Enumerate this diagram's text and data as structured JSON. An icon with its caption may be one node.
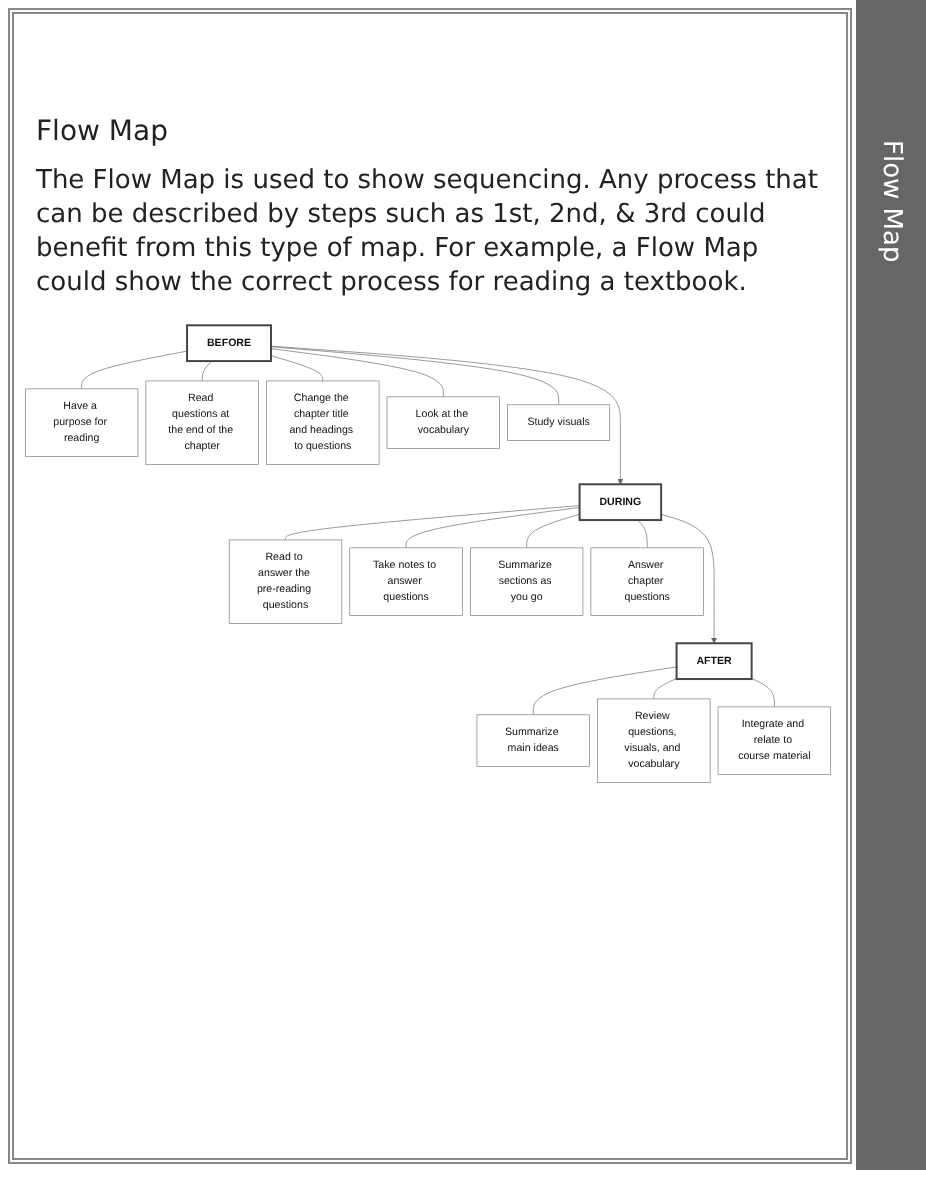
{
  "diagram": {
    "title": "Flow Map",
    "nodes": [
      {
        "text": [
          "BEFORE"
        ]
      },
      {
        "text": [
          "Have a purpose for reading"
        ]
      },
      {
        "text": [
          "Read questions at the end of the chapter"
        ]
      },
      {
        "text": [
          "Change the chapter title and headings to questions"
        ]
      },
      {
        "text": [
          "Look at the vocabulary"
        ]
      },
      {
        "text": [
          "Study visuals"
        ]
      },
      {
        "text": [
          "DURING"
        ]
      },
      {
        "text": [
          "Read to answer the pre-reading questions"
        ]
      },
      {
        "text": [
          "Take notes to answer questions"
        ]
      },
      {
        "text": [
          "Summarize sections as you go"
        ]
      },
      {
        "text": [
          "Answer chapter questions"
        ]
      },
      {
        "text": [
          "AFTER"
        ]
      },
      {
        "text": [
          "Summarize main ideas"
        ]
      },
      {
        "text": [
          "Review questions, visuals, and vocabulary"
        ]
      },
      {
        "text": [
          "Integrate and relate to course material"
        ]
      }
    ],
    "edges": [
      {
        "from": 0,
        "to": 1,
        "arrow": "none"
      },
      {
        "from": 0,
        "to": 2,
        "arrow": "none"
      },
      {
        "from": 0,
        "to": 3,
        "arrow": "none"
      },
      {
        "from": 0,
        "to": 4,
        "arrow": "none"
      },
      {
        "from": 0,
        "to": 5,
        "arrow": "none"
      },
      {
        "from": 0,
        "to": 6,
        "arrow": "to"
      },
      {
        "from": 6,
        "to": 7,
        "arrow": "none"
      },
      {
        "from": 6,
        "to": 8,
        "arrow": "none"
      },
      {
        "from": 6,
        "to": 9,
        "arrow": "none"
      },
      {
        "from": 6,
        "to": 10,
        "arrow": "none"
      },
      {
        "from": 6,
        "to": 11,
        "arrow": "to"
      },
      {
        "from": 11,
        "to": 12,
        "arrow": "none"
      },
      {
        "from": 11,
        "to": 13,
        "arrow": "none"
      },
      {
        "from": 11,
        "to": 14,
        "arrow": "none"
      }
    ],
    "labels": [
      "The Flow Map is used to show sequencing. Any process that can be described by steps such as 1st, 2nd, & 3rd could benefit from this type of map. For example, a Flow Map could show the correct process for reading a textbook.",
      "Flow Map"
    ]
  }
}
